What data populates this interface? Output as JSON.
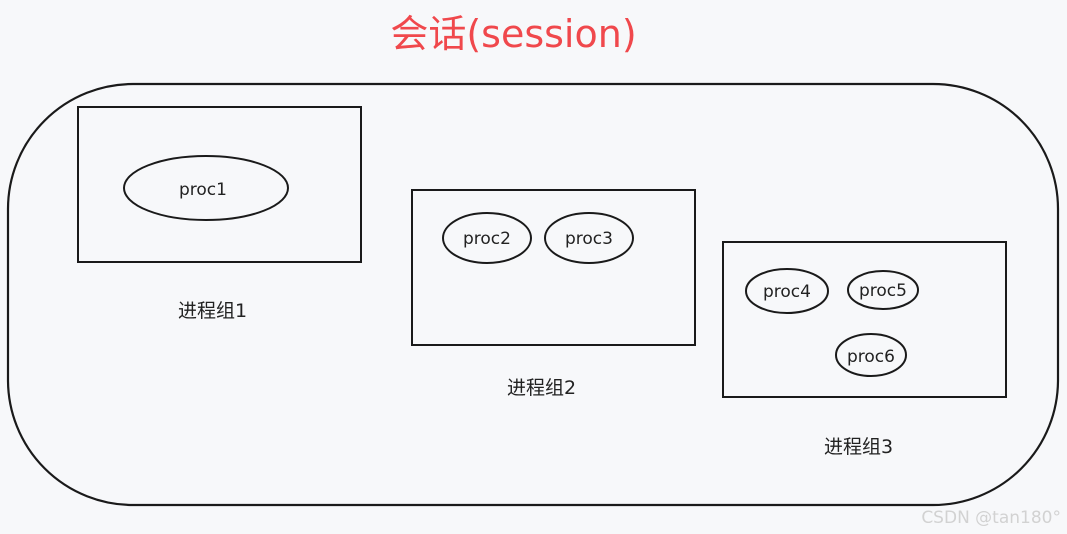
{
  "title": "会话(session)",
  "session_color": "#f0484c",
  "groups": [
    {
      "label": "进程组1",
      "procs": [
        "proc1"
      ]
    },
    {
      "label": "进程组2",
      "procs": [
        "proc2",
        "proc3"
      ]
    },
    {
      "label": "进程组3",
      "procs": [
        "proc4",
        "proc5",
        "proc6"
      ]
    }
  ],
  "watermark": "CSDN @tan180°"
}
